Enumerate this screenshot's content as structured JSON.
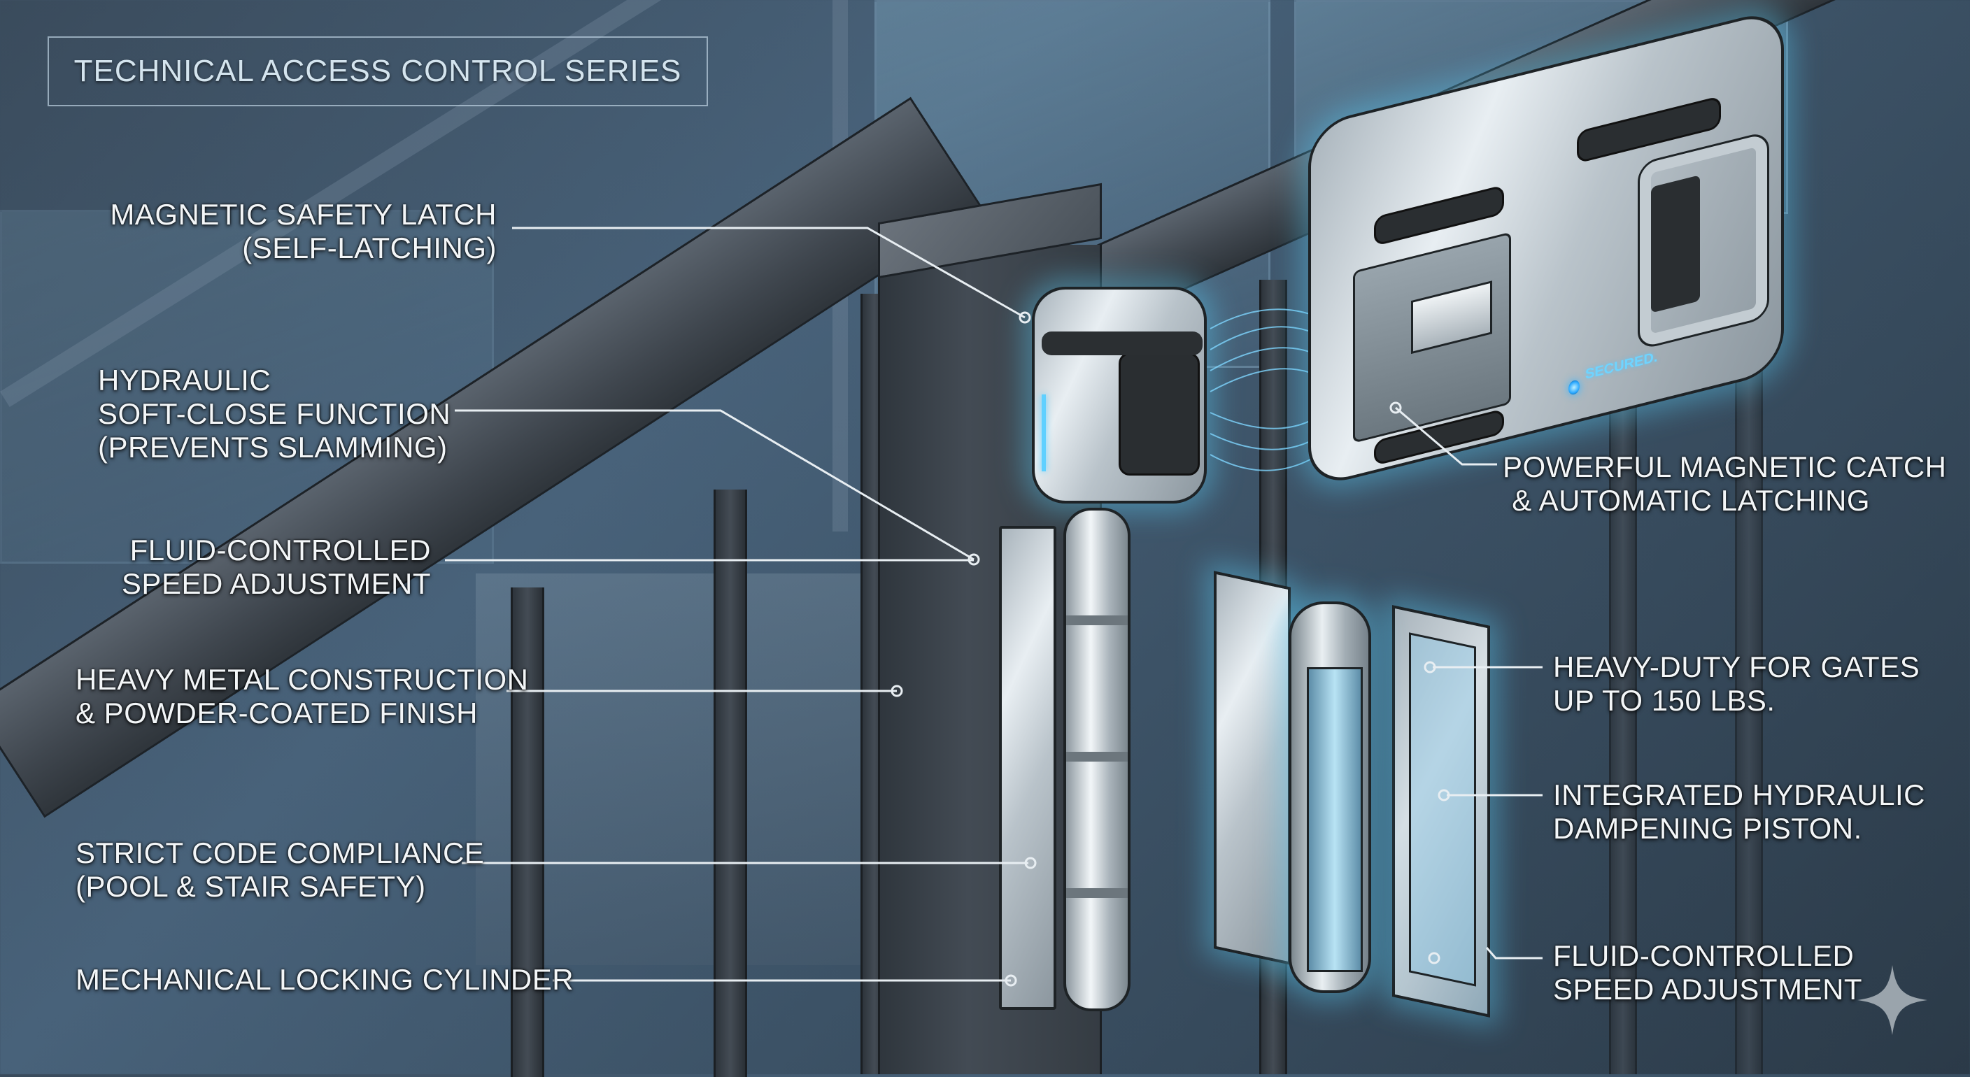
{
  "title": "TECHNICAL ACCESS CONTROL SERIES",
  "device": {
    "status_label": "SECURED."
  },
  "callouts_left": [
    {
      "id": "magnetic-safety-latch",
      "lines": [
        "MAGNETIC SAFETY LATCH",
        "(SELF-LATCHING)"
      ]
    },
    {
      "id": "hydraulic-soft-close",
      "lines": [
        "HYDRAULIC",
        "SOFT-CLOSE FUNCTION",
        "(PREVENTS SLAMMING)"
      ]
    },
    {
      "id": "fluid-controlled-left",
      "lines": [
        "FLUID-CONTROLLED",
        "SPEED ADJUSTMENT"
      ]
    },
    {
      "id": "heavy-metal-construction",
      "lines": [
        "HEAVY METAL CONSTRUCTION",
        "& POWDER-COATED FINISH"
      ]
    },
    {
      "id": "strict-code-compliance",
      "lines": [
        "STRICT CODE COMPLIANCE",
        "(POOL & STAIR SAFETY)"
      ]
    },
    {
      "id": "mechanical-locking-cylinder",
      "lines": [
        "MECHANICAL LOCKING CYLINDER"
      ]
    }
  ],
  "callouts_right": [
    {
      "id": "powerful-magnetic-catch",
      "lines": [
        "POWERFUL MAGNETIC CATCH",
        "& AUTOMATIC LATCHING"
      ]
    },
    {
      "id": "heavy-duty-gates",
      "lines": [
        "HEAVY-DUTY FOR GATES",
        "UP TO 150 LBS."
      ]
    },
    {
      "id": "integrated-hydraulic-piston",
      "lines": [
        "INTEGRATED HYDRAULIC",
        "DAMPENING PISTON."
      ]
    },
    {
      "id": "fluid-controlled-right",
      "lines": [
        "FLUID-CONTROLLED",
        "SPEED ADJUSTMENT"
      ]
    }
  ],
  "colors": {
    "background": "#3c5266",
    "label_text": "#f3f6f8",
    "title_text": "#d4e4ee",
    "glow_accent": "#5ac8f0",
    "steel": "#c4ced5",
    "powder_coat": "#444c55"
  }
}
